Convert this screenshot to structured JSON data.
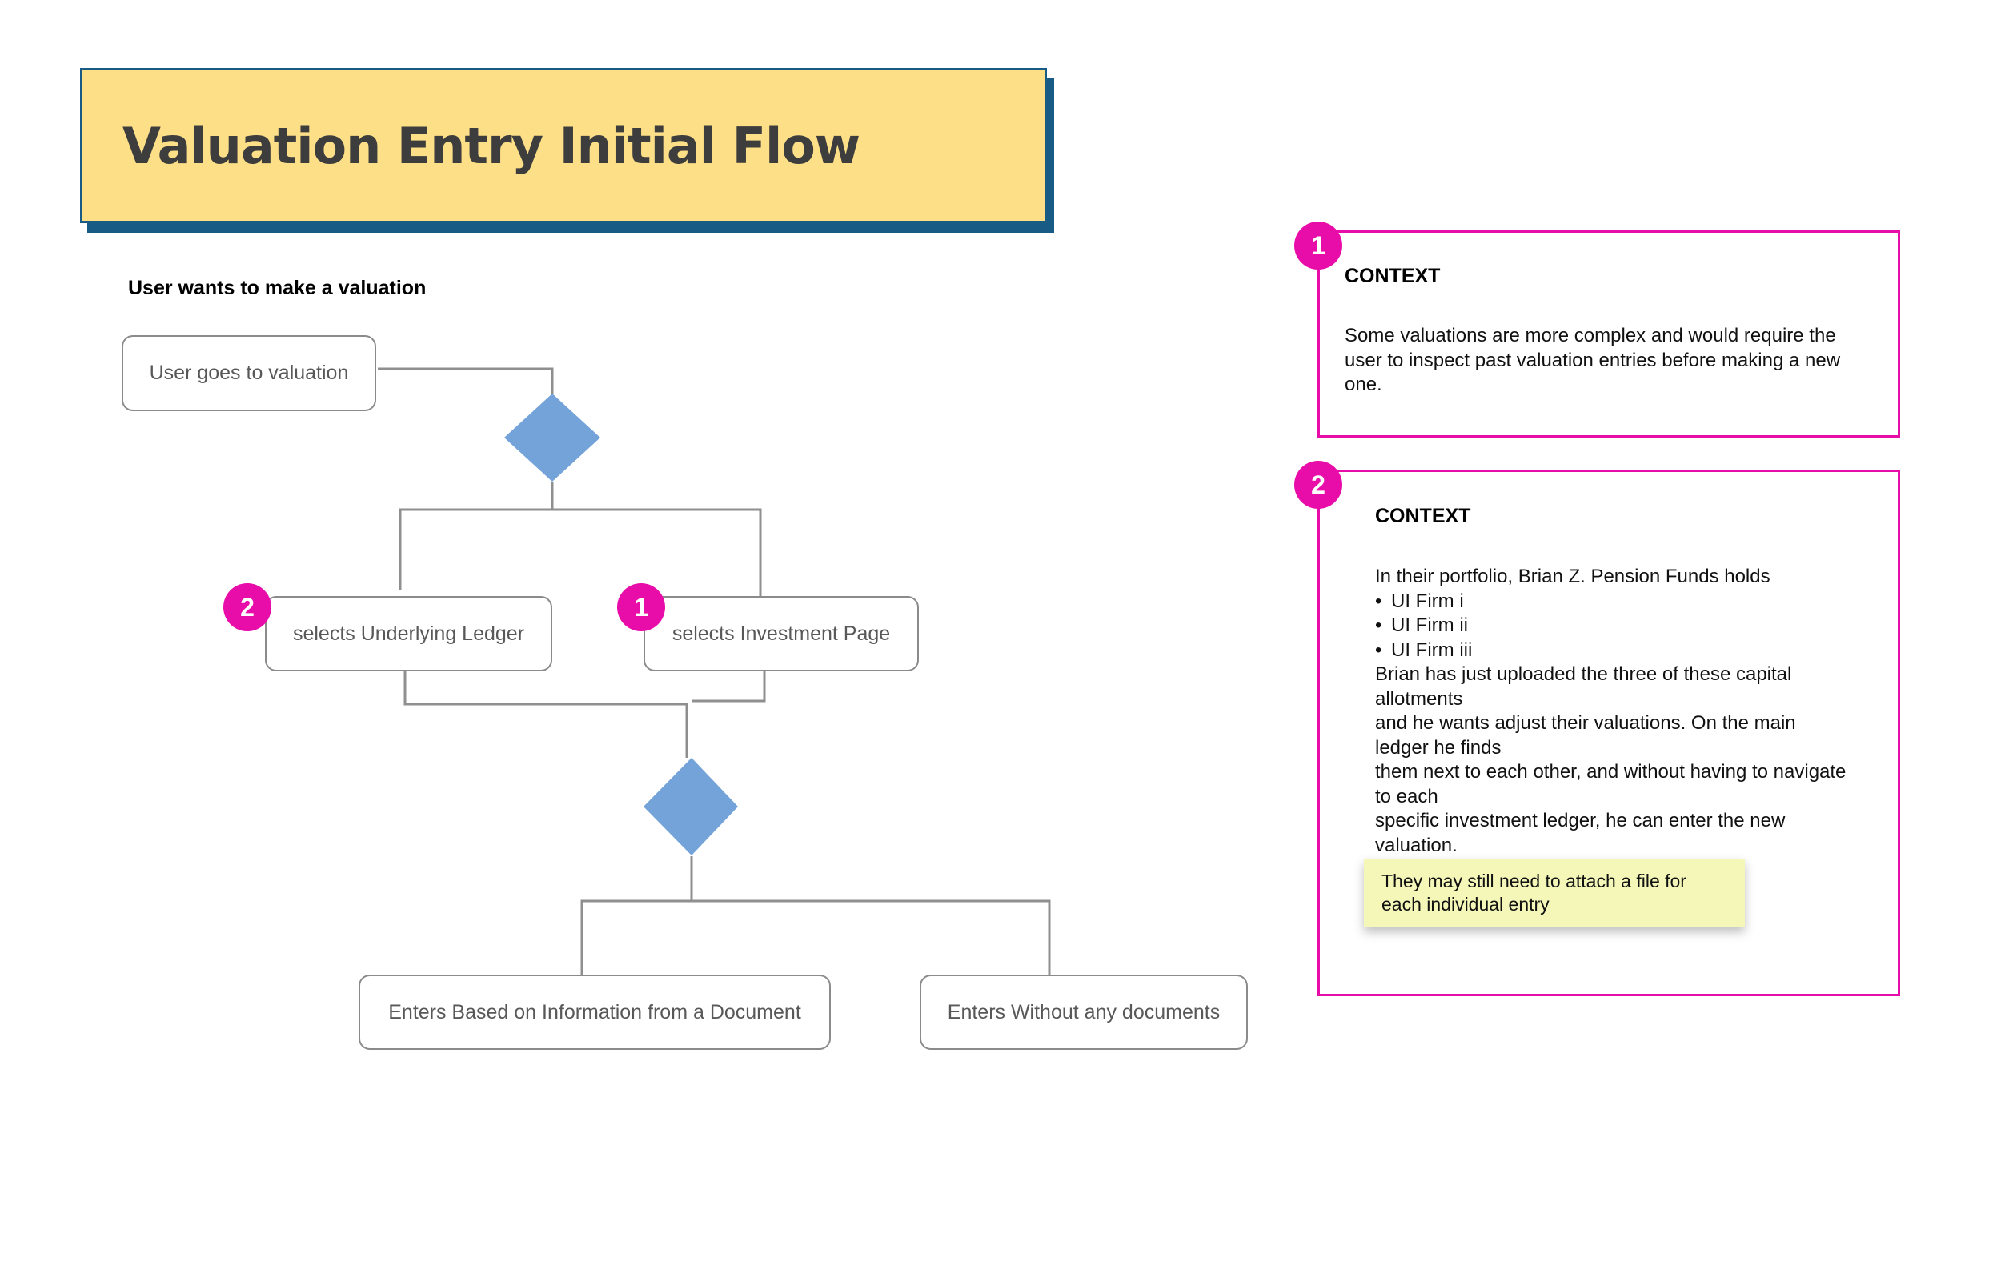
{
  "title": "Valuation Entry Initial Flow",
  "flow_label": "User wants to make a valuation",
  "nodes": {
    "start": "User goes to valuation",
    "underlying_ledger": "selects Underlying Ledger",
    "investment_page": "selects Investment Page",
    "with_document": "Enters Based on Information from a Document",
    "without_document": "Enters Without any documents"
  },
  "badges": {
    "underlying_ledger": "2",
    "investment_page": "1"
  },
  "context_1": {
    "badge": "1",
    "heading": "CONTEXT",
    "body": "Some valuations are more complex and would require the user to inspect past valuation entries before making a new one."
  },
  "context_2": {
    "badge": "2",
    "heading": "CONTEXT",
    "intro": "In their portfolio, Brian Z. Pension Funds holds",
    "firms": [
      "UI Firm i",
      "UI Firm ii",
      "UI Firm iii"
    ],
    "lines": [
      "Brian has just uploaded the three of these capital allotments",
      "and he wants adjust their valuations. On the main ledger he finds",
      "them next to each other, and without having to navigate to each",
      "specific investment ledger, he can enter the new valuation."
    ],
    "sticky_note": "They may still need to attach a file for each individual entry"
  },
  "colors": {
    "title_fill": "#fddf87",
    "title_border": "#185b85",
    "decision_fill": "#73a3d9",
    "connector": "#8f8f8f",
    "badge": "#e80ca8",
    "sticky": "#f4f7b8"
  }
}
